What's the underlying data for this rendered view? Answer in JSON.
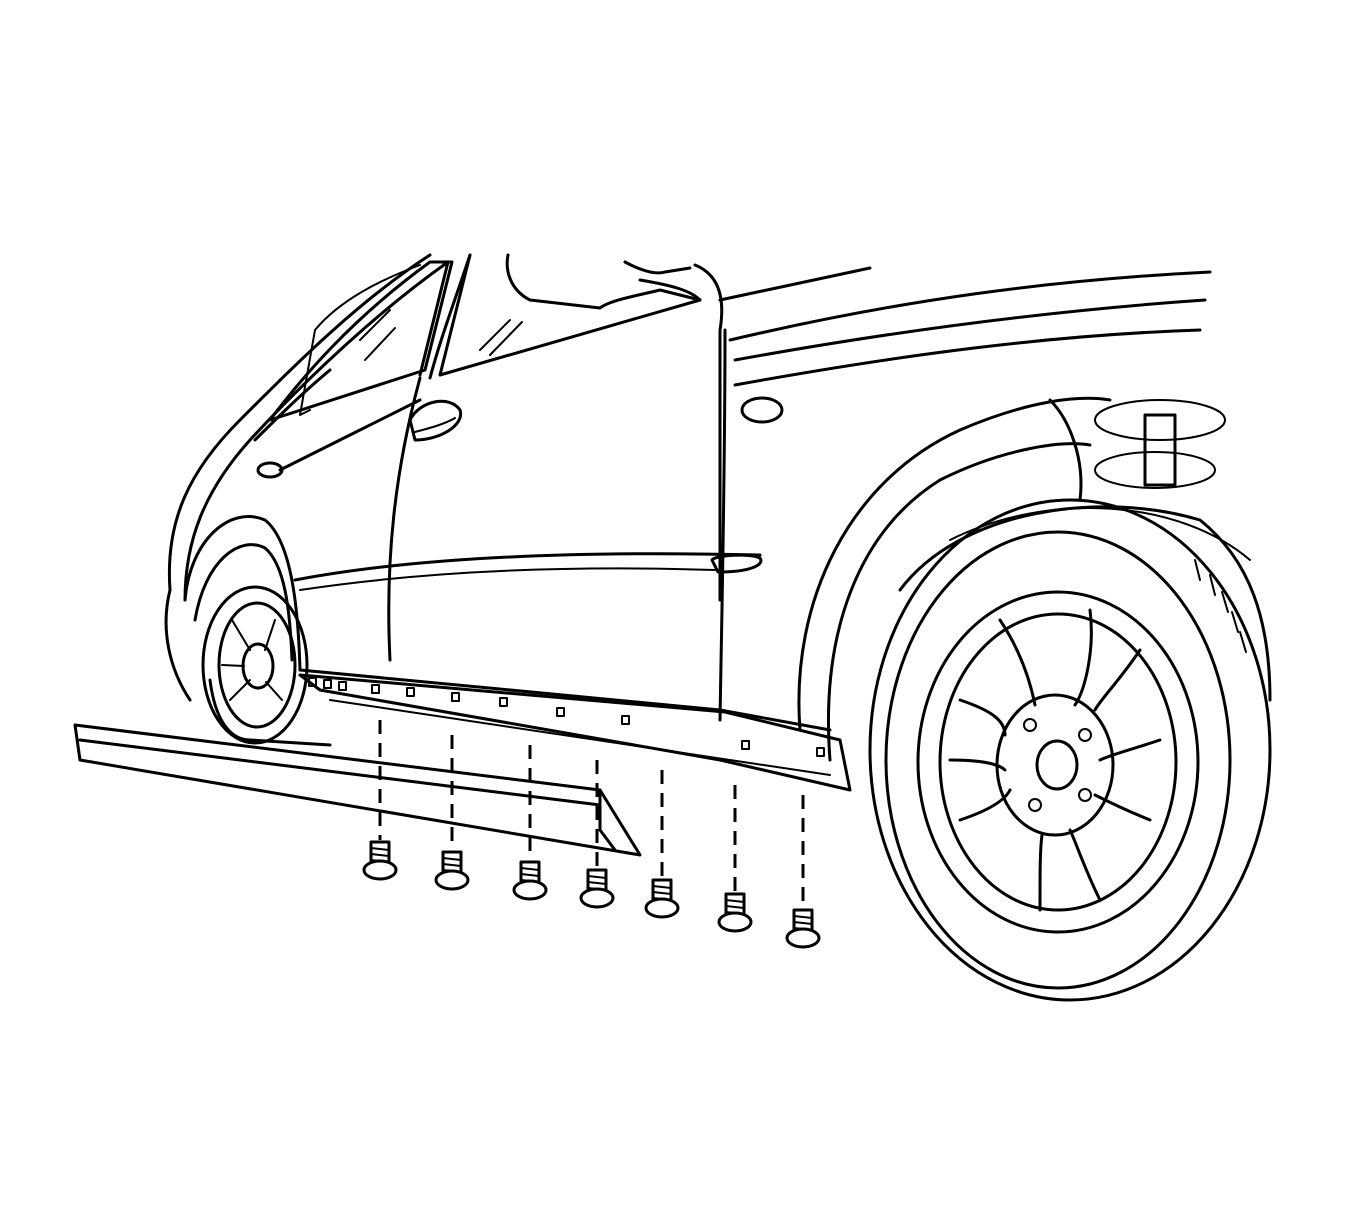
{
  "figure": {
    "subject": "rocker-panel-molding-removal",
    "line_color": "#000000",
    "background": "#ffffff"
  },
  "parts": {
    "molding_label": "",
    "fastener_count": 7,
    "mounting_holes": 11
  }
}
